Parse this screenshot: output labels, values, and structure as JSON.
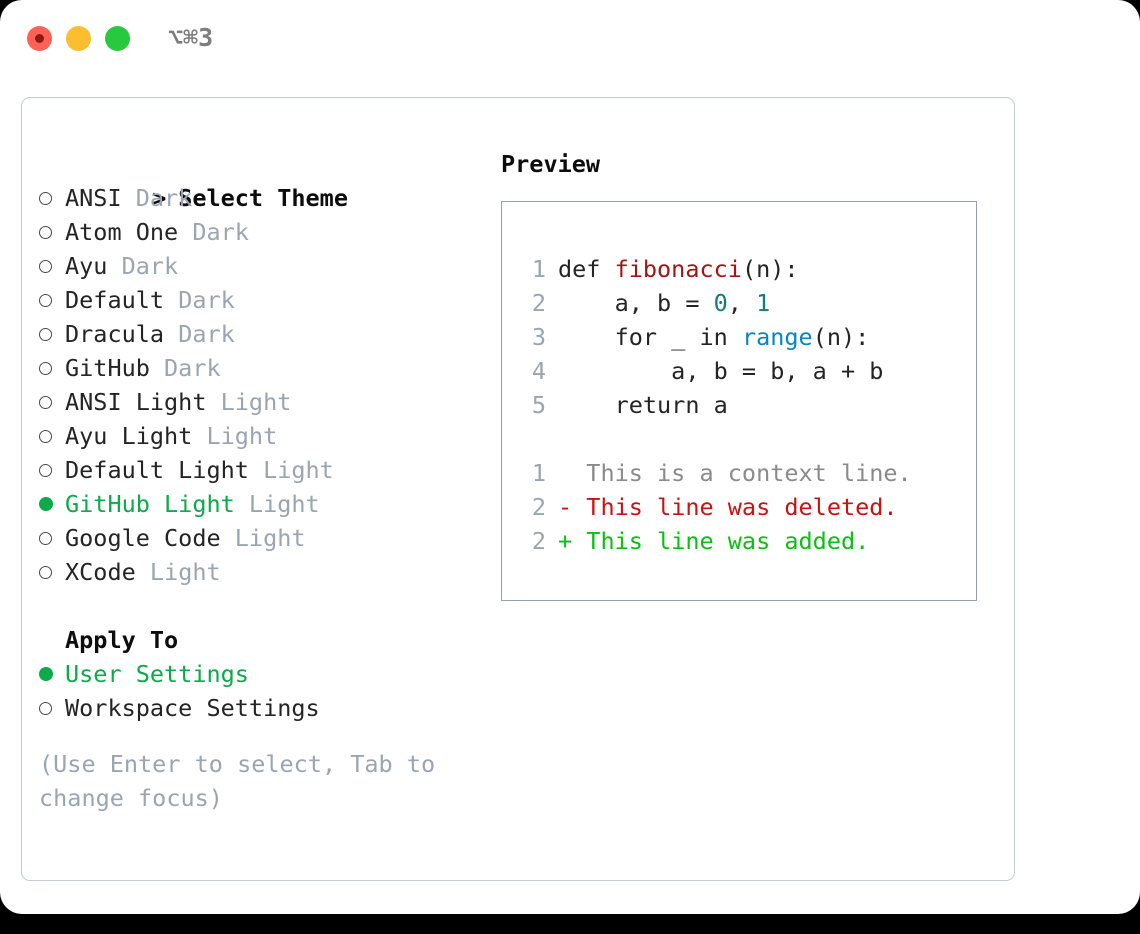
{
  "titlebar": {
    "shortcut": "⌥⌘3",
    "lights": [
      "close-button",
      "minimize-button",
      "maximize-button"
    ]
  },
  "left": {
    "header": {
      "marker": ">",
      "title": "Select Theme"
    },
    "themes": [
      {
        "name": "ANSI",
        "badge": "Dark",
        "selected": false
      },
      {
        "name": "Atom One",
        "badge": "Dark",
        "selected": false
      },
      {
        "name": "Ayu",
        "badge": "Dark",
        "selected": false
      },
      {
        "name": "Default",
        "badge": "Dark",
        "selected": false
      },
      {
        "name": "Dracula",
        "badge": "Dark",
        "selected": false
      },
      {
        "name": "GitHub",
        "badge": "Dark",
        "selected": false
      },
      {
        "name": "ANSI Light",
        "badge": "Light",
        "selected": false
      },
      {
        "name": "Ayu Light",
        "badge": "Light",
        "selected": false
      },
      {
        "name": "Default Light",
        "badge": "Light",
        "selected": false
      },
      {
        "name": "GitHub Light",
        "badge": "Light",
        "selected": true
      },
      {
        "name": "Google Code",
        "badge": "Light",
        "selected": false
      },
      {
        "name": "XCode",
        "badge": "Light",
        "selected": false
      }
    ],
    "apply_to": {
      "title": "Apply To",
      "options": [
        {
          "name": "User Settings",
          "selected": true
        },
        {
          "name": "Workspace Settings",
          "selected": false
        }
      ]
    },
    "hint": "(Use Enter to select, Tab to change focus)"
  },
  "right": {
    "title": "Preview",
    "code_lines": [
      {
        "num": "1",
        "segments": [
          {
            "text": "def ",
            "tok": "plain"
          },
          {
            "text": "fibonacci",
            "tok": "fn"
          },
          {
            "text": "(n):",
            "tok": "plain"
          }
        ]
      },
      {
        "num": "2",
        "segments": [
          {
            "text": "    a, b = ",
            "tok": "plain"
          },
          {
            "text": "0",
            "tok": "num"
          },
          {
            "text": ", ",
            "tok": "plain"
          },
          {
            "text": "1",
            "tok": "num"
          }
        ]
      },
      {
        "num": "3",
        "segments": [
          {
            "text": "    for _ in ",
            "tok": "plain"
          },
          {
            "text": "range",
            "tok": "blue"
          },
          {
            "text": "(n):",
            "tok": "plain"
          }
        ]
      },
      {
        "num": "4",
        "segments": [
          {
            "text": "        a, b = b, a + b",
            "tok": "plain"
          }
        ]
      },
      {
        "num": "5",
        "segments": [
          {
            "text": "    return a",
            "tok": "plain"
          }
        ]
      }
    ],
    "diff_lines": [
      {
        "num": "1",
        "prefix": "  ",
        "text": "This is a context line.",
        "kind": "ctx"
      },
      {
        "num": "2",
        "prefix": "- ",
        "text": "This line was deleted.",
        "kind": "del"
      },
      {
        "num": "2",
        "prefix": "+ ",
        "text": "This line was added.",
        "kind": "add"
      }
    ]
  },
  "colors": {
    "selected_green": "#0bab4a",
    "badge_gray": "#9aa5b1",
    "diff_add": "#0ac010",
    "diff_del": "#cc1111",
    "syntax_function": "#a31515",
    "syntax_number": "#0e7d7d",
    "syntax_builtin": "#0a84c1"
  }
}
